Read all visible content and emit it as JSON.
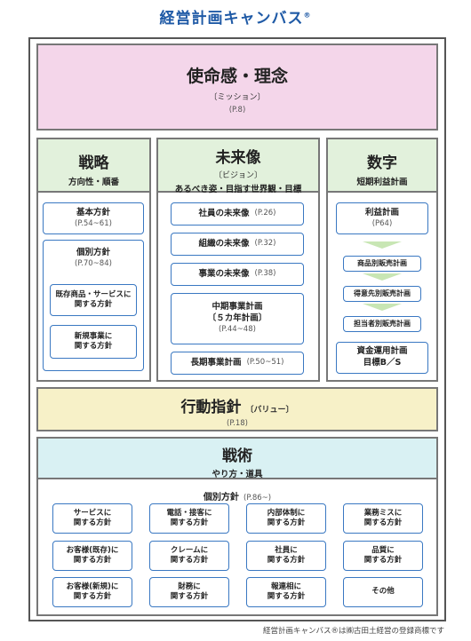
{
  "title": "経営計画キャンバス",
  "title_mark": "®",
  "mission": {
    "heading": "使命感・理念",
    "sub": "〔ミッション〕",
    "ref": "(P.8)"
  },
  "strategy": {
    "heading": "戦略",
    "sub": "方向性・順番",
    "basic": {
      "label": "基本方針",
      "ref": "(P.54~61)"
    },
    "individual": {
      "label": "個別方針",
      "ref": "(P.70~84)"
    },
    "existing": {
      "line1": "既存商品・サービスに",
      "line2": "関する方針"
    },
    "new_business": {
      "line1": "新規事業に",
      "line2": "関する方針"
    }
  },
  "vision": {
    "heading": "未来像",
    "sub": "〔ビジョン〕",
    "sub2": "あるべき姿・目指す世界観・目標",
    "items": [
      {
        "label": "社員の未来像",
        "ref": "(P.26)"
      },
      {
        "label": "組織の未来像",
        "ref": "(P.32)"
      },
      {
        "label": "事業の未来像",
        "ref": "(P.38)"
      }
    ],
    "midterm": {
      "line1": "中期事業計画",
      "line2": "〔５カ年計画〕",
      "ref": "(P.44~48)"
    },
    "longterm": {
      "label": "長期事業計画",
      "ref": "(P.50~51)"
    }
  },
  "numbers": {
    "heading": "数字",
    "sub": "短期利益計画",
    "profit": {
      "label": "利益計画",
      "ref": "(P64)"
    },
    "steps": [
      "商品別販売計画",
      "得意先別販売計画",
      "担当者別販売計画"
    ],
    "funds": {
      "line1": "資金運用計画",
      "line2": "目標B／S"
    }
  },
  "values": {
    "heading": "行動指針",
    "sub": "〔バリュー〕",
    "ref": "(P.18)"
  },
  "tactics": {
    "heading": "戦術",
    "sub": "やり方・道具",
    "policy": {
      "label": "個別方針",
      "ref": "(P.86~)"
    },
    "cells": [
      {
        "line1": "サービスに",
        "line2": "関する方針"
      },
      {
        "line1": "電話・接客に",
        "line2": "関する方針"
      },
      {
        "line1": "内部体制に",
        "line2": "関する方針"
      },
      {
        "line1": "業務ミスに",
        "line2": "関する方針"
      },
      {
        "line1": "お客様(既存)に",
        "line2": "関する方針"
      },
      {
        "line1": "クレームに",
        "line2": "関する方針"
      },
      {
        "line1": "社員に",
        "line2": "関する方針"
      },
      {
        "line1": "品質に",
        "line2": "関する方針"
      },
      {
        "line1": "お客様(新規)に",
        "line2": "関する方針"
      },
      {
        "line1": "財務に",
        "line2": "関する方針"
      },
      {
        "line1": "報連相に",
        "line2": "関する方針"
      },
      {
        "line1": "その他",
        "line2": ""
      }
    ]
  },
  "footer": "経営計画キャンバス®は㈱古田土経営の登録商標です"
}
